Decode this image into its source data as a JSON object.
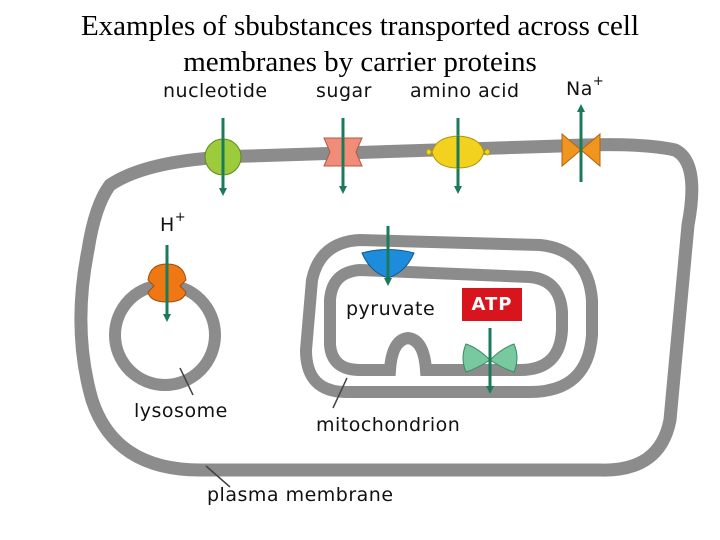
{
  "title": {
    "line1": "Examples of sbubstances transported across cell",
    "line2": "membranes by carrier proteins"
  },
  "labels": {
    "nucleotide": "nucleotide",
    "sugar": "sugar",
    "amino_acid": "amino acid",
    "na": "Na",
    "na_charge": "+",
    "h": "H",
    "h_charge": "+",
    "pyruvate": "pyruvate",
    "atp": "ATP",
    "lysosome": "lysosome",
    "mitochondrion": "mitochondrion",
    "plasma_membrane": "plasma membrane"
  },
  "colors": {
    "membrane": "#8c8c8c",
    "arrow": "#1a7a5a",
    "nucleotide_carrier": "#9ccc3c",
    "sugar_carrier": "#f08c78",
    "amino_acid_carrier": "#f2d21e",
    "na_carrier": "#f0961e",
    "h_carrier": "#f07814",
    "pyruvate_carrier": "#1e8cdc",
    "atp_carrier": "#78c8a0",
    "atp_box": "#d8141c"
  }
}
